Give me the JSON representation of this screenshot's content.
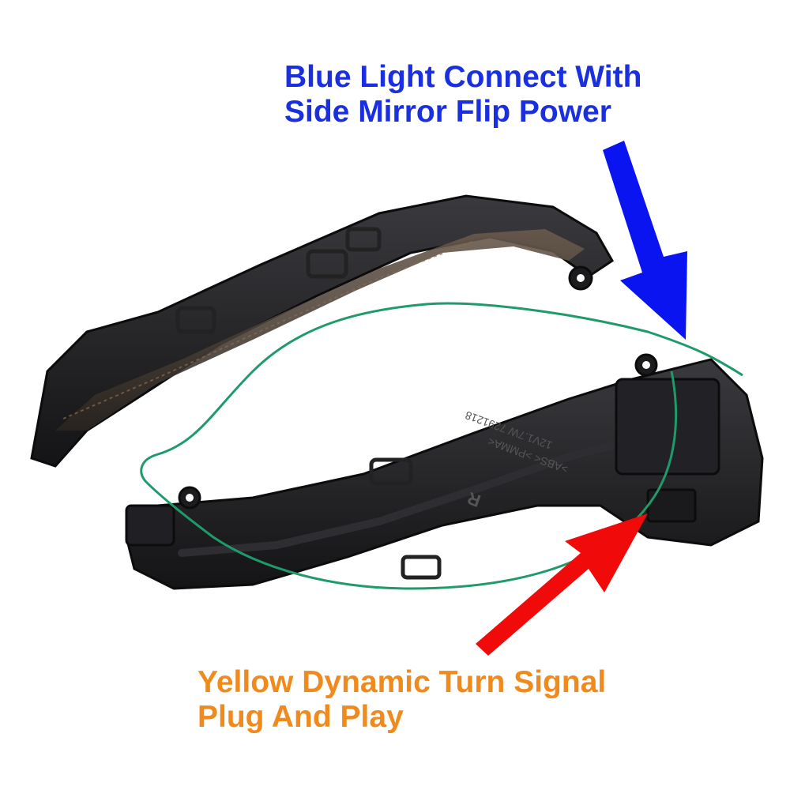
{
  "captions": {
    "blue": {
      "line1": "Blue Light Connect With",
      "line2": "Side Mirror Flip Power",
      "color": "#1a2fe0"
    },
    "orange": {
      "line1": "Yellow Dynamic Turn Signal",
      "line2": "Plug And Play",
      "color": "#f08a1c"
    }
  },
  "part_marking": {
    "line1": "12V1.7W 7291218",
    "line2": ">ABS< >PMMA<",
    "line3": "R"
  },
  "colors": {
    "blue_arrow": "#0a14f0",
    "red_arrow": "#f00a0a",
    "housing": "#1c1c1e",
    "lens": "#4a4038",
    "wire": "#1f9a6a"
  }
}
